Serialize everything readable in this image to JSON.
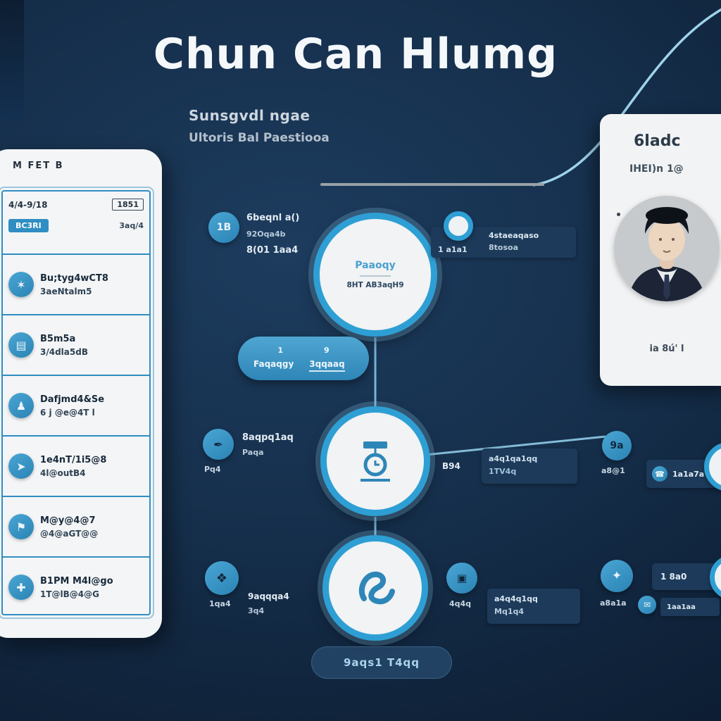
{
  "colors": {
    "accent": "#2e9fd4",
    "bar": "#1d3a5a",
    "background": "#142b47"
  },
  "title": "Chun Can Hlumg",
  "subtitle": {
    "line1": "Sunsgvdl ngae",
    "line2": "Ultoris Bal Paestiooa"
  },
  "phone": {
    "header": "M FET B",
    "filter": {
      "range": "4/4-9/18",
      "badge": "1851",
      "note": "3aq/4",
      "pill": "BC3RI"
    },
    "items": [
      {
        "icon": "✶",
        "line1": "Bu;tyg4wCT8",
        "line2": "3aeNtalm5"
      },
      {
        "icon": "▤",
        "line1": "B5m5a",
        "line2": "3/4dla5dB"
      },
      {
        "icon": "♟",
        "line1": "Dafjmd4&Se",
        "line2": "6 j @e@4T l"
      },
      {
        "icon": "➤",
        "line1": "1e4nT/1i5@8",
        "line2": "4l@outB4"
      },
      {
        "icon": "⚑",
        "line1": "M@y@4@7",
        "line2": "@4@aGT@@"
      },
      {
        "icon": "✚",
        "line1": "B1PM M4l@go",
        "line2": "1T@lB@4@G"
      }
    ]
  },
  "flow": {
    "node1": {
      "title": "Paaoqy",
      "subtitle": "8HT AB3aqH9"
    },
    "left1": {
      "badge": "1B",
      "line1": "6beqnl a()",
      "line2": "92Oqa4b",
      "line3": "8(01 1aa4"
    },
    "right1": {
      "tag": "1 a1a1",
      "line1": "4staeaqaso",
      "line2": "8tosoa"
    },
    "pill": {
      "mark1": "1",
      "mark2": "9",
      "text1": "Faqaqgy",
      "text2": "3qqaaq"
    },
    "left2": {
      "line1": "8aqpq1aq",
      "line2": "Paqa",
      "caption": "Pq4",
      "icon": "✒"
    },
    "right2": {
      "side": "B94",
      "line1": "a4q1qa1qq",
      "line2": "1TV4q"
    },
    "left3": {
      "caption": "1qa4",
      "line1": "9aqqqa4",
      "line2": "3q4",
      "icon": "❖"
    },
    "right3": {
      "caption": "4q4q",
      "line1": "a4q4q1qq",
      "line2": "Mq1q4",
      "icon": "▣"
    },
    "bottom": "9aqs1 T4qq"
  },
  "profile": {
    "heading": "6ladc",
    "subheading": "IHEI)n 1@",
    "caption": "ia 8ú' l"
  },
  "rows": {
    "a": {
      "icon": "9a",
      "caption": "a8@1",
      "bar": "1a1a7a",
      "bar_icon": "☎"
    },
    "b": {
      "icon": "✦",
      "bar": "1 8a0",
      "caption": "a8a1a",
      "sub_icon": "✉",
      "sub": "1aa1aa"
    }
  }
}
